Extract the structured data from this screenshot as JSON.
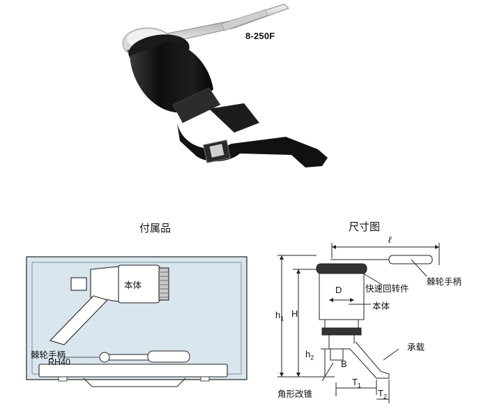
{
  "product": {
    "model": "8-250F"
  },
  "accessories": {
    "caption": "付属品",
    "body_label": "本体",
    "ratchet_label": "棘轮手柄",
    "ratchet_model": "RH40"
  },
  "dimensions": {
    "caption": "尺寸图",
    "ell": "ℓ",
    "ratchet_handle": "棘轮手柄",
    "quick_rotation": "快速回转件",
    "D": "D",
    "body": "本体",
    "h1": "h",
    "h1_sub": "1",
    "H": "H",
    "h2": "h",
    "h2_sub": "2",
    "B": "B",
    "support": "承载",
    "square_drive": "角形改锥",
    "T1": "T",
    "T1_sub": "1",
    "T2": "T",
    "T2_sub": "2"
  },
  "colors": {
    "tool_black": "#141414",
    "tray_blue": "#d9e6ee",
    "line": "#222222"
  }
}
